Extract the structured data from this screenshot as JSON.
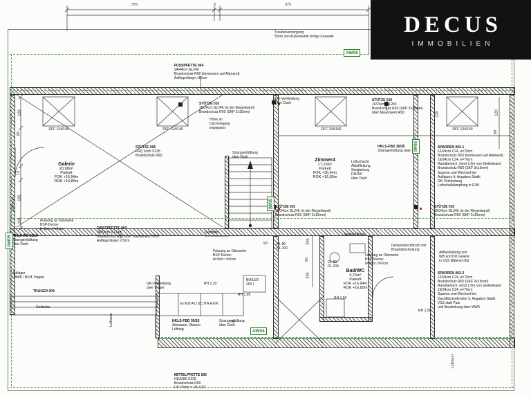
{
  "logo": {
    "title": "DECUS",
    "subtitle": "IMMOBILIEN"
  },
  "markers": {
    "aw06": "AW06",
    "aw05": "AW05",
    "aw04": "AW04",
    "iw05": "IW05"
  },
  "windows": {
    "dff_label": "DFF 134/140"
  },
  "rooms": {
    "galerie": {
      "name": "Galerie",
      "area": "20,98m²",
      "floor": "Parkett",
      "fok": "FOK +16,94m",
      "rok": "ROK +16,85m"
    },
    "zimmer4": {
      "name": "Zimmer4",
      "area": "17,10m²",
      "floor": "Parkett",
      "fok": "FOK +16,94m",
      "rok": "ROK +16,85m"
    },
    "badwc": {
      "name": "Bad/WC",
      "area": "5,76m²",
      "floor": "Parkett",
      "fok": "FOK +16,94m",
      "rok": "ROK +16,85m"
    }
  },
  "annotations": {
    "traufe": "Traufenversorgung\n50cm von Außenkante fertige Fassade",
    "fusspfette": "FUSSPFETTE 004\n24/44cm GL24h\nBrandschutz R90 (bemessen auf Abbrand)\nAuflegerlänge >15cm",
    "stuetze010_riegel": "STÜTZE 010\n16/24cm GL24h (in der Riegelwand)\nBrandschutz R60 (SKP 2x15mm)",
    "hoehe_dachneigung": "Höhe an\nDachneigung\nangepasst",
    "gk_dach": "GK-Verkleidung\nüber Dach",
    "stuetze010_mauerwerk": "STÜTZE 010\n16/24cm GL24h\nBrandschutz R60 (SKP 2x15mm)\nüber Mauerwerk R90",
    "hkls_3035": "HKLS-FBD 30/35\nStrangentlüftung über Dach",
    "sparren_002_1": "SPARREN 002-1\n12/24cm C24, e=70cm\nBrandschutz R50 (bemessen auf Abbrand)\n18/24cm C24, e=70cm\nRandbereich, mind 1,0m von Giebelwand\nBrandschutz R90 (SKF 3x15mm)\nSparren und Wechsel bei\nAuflagern lt. Angaben Statik\nGK-Verkleidung\nLuftschalldämpfung in EI90",
    "stuetze005": "STÜTZE 005\nFRQ 60x5 S235\nBrandschutz R60",
    "strang_dach": "Strangentlüftung\nüber Dach",
    "lueftschacht": "Luftschacht\nAbluftleitung\nSteigleitung DN150\nüber Dach",
    "firstpfette": "FIRSTPFETTE 003\n24/52cm GL24h\nBrandschutz R60 bzw. Trambereich R90\nAuflegerlänge >15cm",
    "fraesung": "Fräsung an Oberseite\nBSP-Decke:\nb=3cm / t=2cm",
    "hkls_ws": "HKLS WS 10/10\nStrangentlüftung\nüber Dach",
    "dl": "DL 80\nDL 200",
    "sanitaer": "Sanitärlüftung",
    "durchbruch": "Deckendurchbruch mit\nBrandabschottung",
    "abfluss": "Abflussleitung von\nWB und DU Galerie\nin VSS (Ebene DG)",
    "sparren_002_2": "SPARREN 002-2\n12/24cm C24, e=70cm\nBrandschutz R60 (SKF 2x15mm)\nRandbereich, mind 1,0m von Giebelwand\n18/24cm C24, e=70cm\nSparren und Wechsel bei\nDachflächenfenster lt. Angaben Statik\nVSS statt Putz\nund Beplankung über MWK",
    "auflager": "Auflager\n(MWK / BSH-Träger)",
    "traeger": "TRÄGER 004",
    "gelaender": "Geländer",
    "gk_traeger": "GK-Verkleidung\nüber Träger",
    "einbauschrank": "EINBAUSCHRANK",
    "rh210": "RH 2,10",
    "rh195": "RH 1,95",
    "rh150": "RH 1,50",
    "boiler": "BOILER\n200 l",
    "hkls_3015": "HKLS-FBD 30/15\nAbwasser, Wasser\nLüftung",
    "mittelpfette": "MITTELPFETTE 005\nHEA280 S235\nBrandschutz R90\nUK-Pfette = UK-GKF",
    "luftraum": "Luftraum"
  },
  "dimensions": {
    "values": [
      "375",
      "5",
      "375",
      "120",
      "86",
      "13",
      "192",
      "120",
      "90",
      "90",
      "205",
      "90",
      "205",
      "90",
      "120",
      "104"
    ]
  },
  "colors": {
    "marker_green": "#2e7d32",
    "line_green": "#43a047",
    "wall": "#333333",
    "logo_bg": "#121212"
  }
}
